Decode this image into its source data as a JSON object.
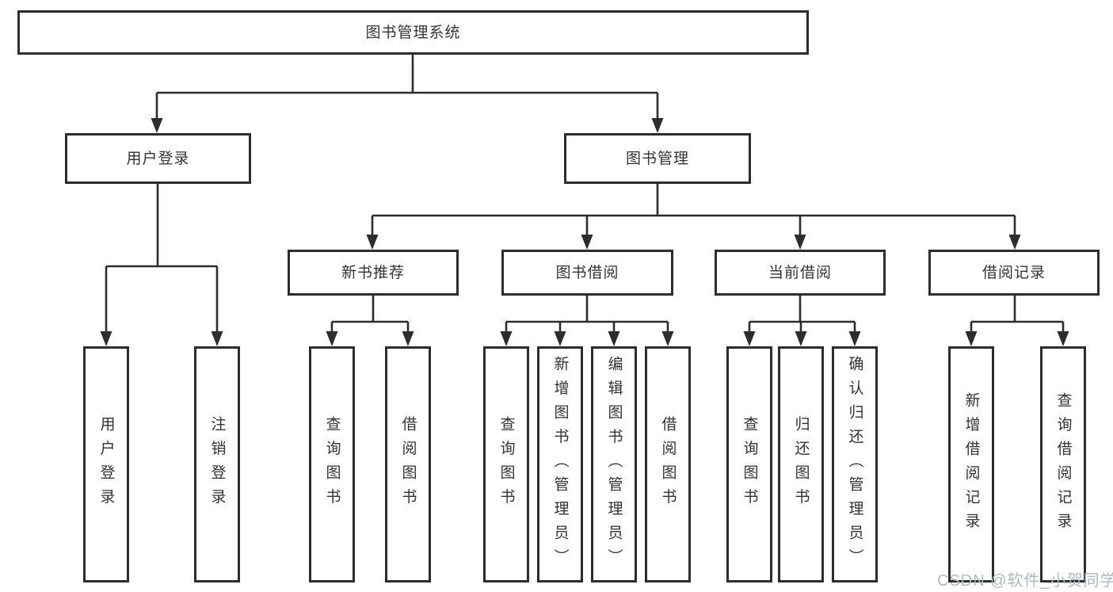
{
  "tree": {
    "root": {
      "label": "图书管理系统"
    },
    "branches": [
      {
        "label": "用户登录",
        "children": [
          "用户登录",
          "注销登录"
        ]
      },
      {
        "label": "图书管理",
        "sections": [
          {
            "label": "新书推荐",
            "children": [
              "查询图书",
              "借阅图书"
            ]
          },
          {
            "label": "图书借阅",
            "children": [
              "查询图书",
              "新增图书（管理员）",
              "编辑图书（管理员）",
              "借阅图书"
            ]
          },
          {
            "label": "当前借阅",
            "children": [
              "查询图书",
              "归还图书",
              "确认归还（管理员）"
            ]
          },
          {
            "label": "借阅记录",
            "children": [
              "新增借阅记录",
              "查询借阅记录"
            ]
          }
        ]
      }
    ]
  },
  "watermark": {
    "text": "CSDN @软件_小贺同学"
  },
  "colors": {
    "line": "#2d2d2d",
    "text": "#333333",
    "background": "#ffffff",
    "watermark": "#b3b7c0"
  }
}
